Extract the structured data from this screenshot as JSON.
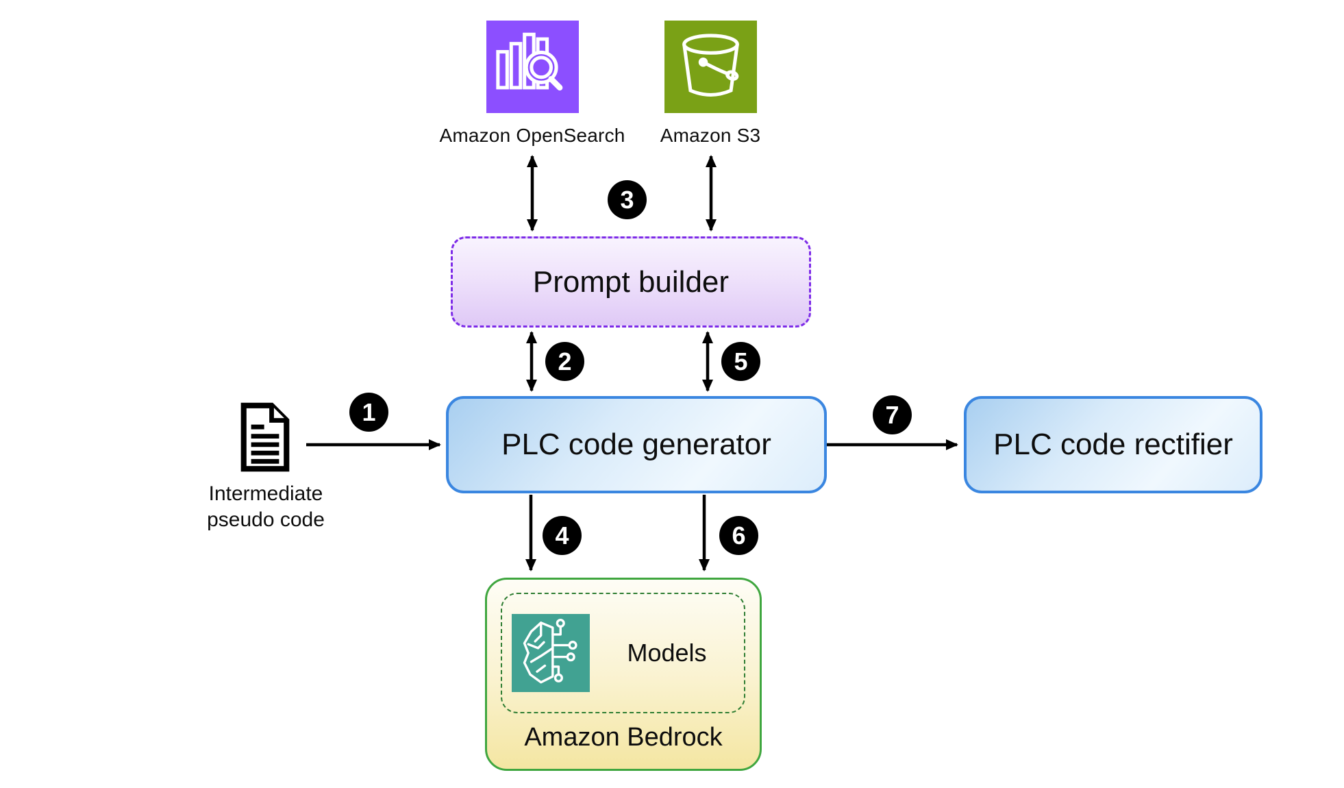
{
  "nodes": {
    "opensearch": {
      "label": "Amazon OpenSearch",
      "color": "#8C4FFF",
      "icon": "bar-chart-magnifier-icon"
    },
    "s3": {
      "label": "Amazon S3",
      "color": "#7AA116",
      "icon": "bucket-icon"
    },
    "prompt_builder": {
      "label": "Prompt builder",
      "border_color": "#7D2BE8"
    },
    "plc_generator": {
      "label": "PLC code generator",
      "border_color": "#3A86E0"
    },
    "plc_rectifier": {
      "label": "PLC code rectifier",
      "border_color": "#3A86E0"
    },
    "intermediate_pseudo_code": {
      "line1": "Intermediate",
      "line2": "pseudo code",
      "icon": "document-icon"
    },
    "bedrock": {
      "label": "Amazon Bedrock",
      "border_color": "#3FA63F"
    },
    "models": {
      "label": "Models",
      "icon": "neural-brain-circuit-icon",
      "icon_color": "#41A292"
    }
  },
  "step_badges": [
    "1",
    "2",
    "3",
    "4",
    "5",
    "6",
    "7"
  ],
  "badge_style": {
    "background": "#000000",
    "text_color": "#ffffff"
  }
}
